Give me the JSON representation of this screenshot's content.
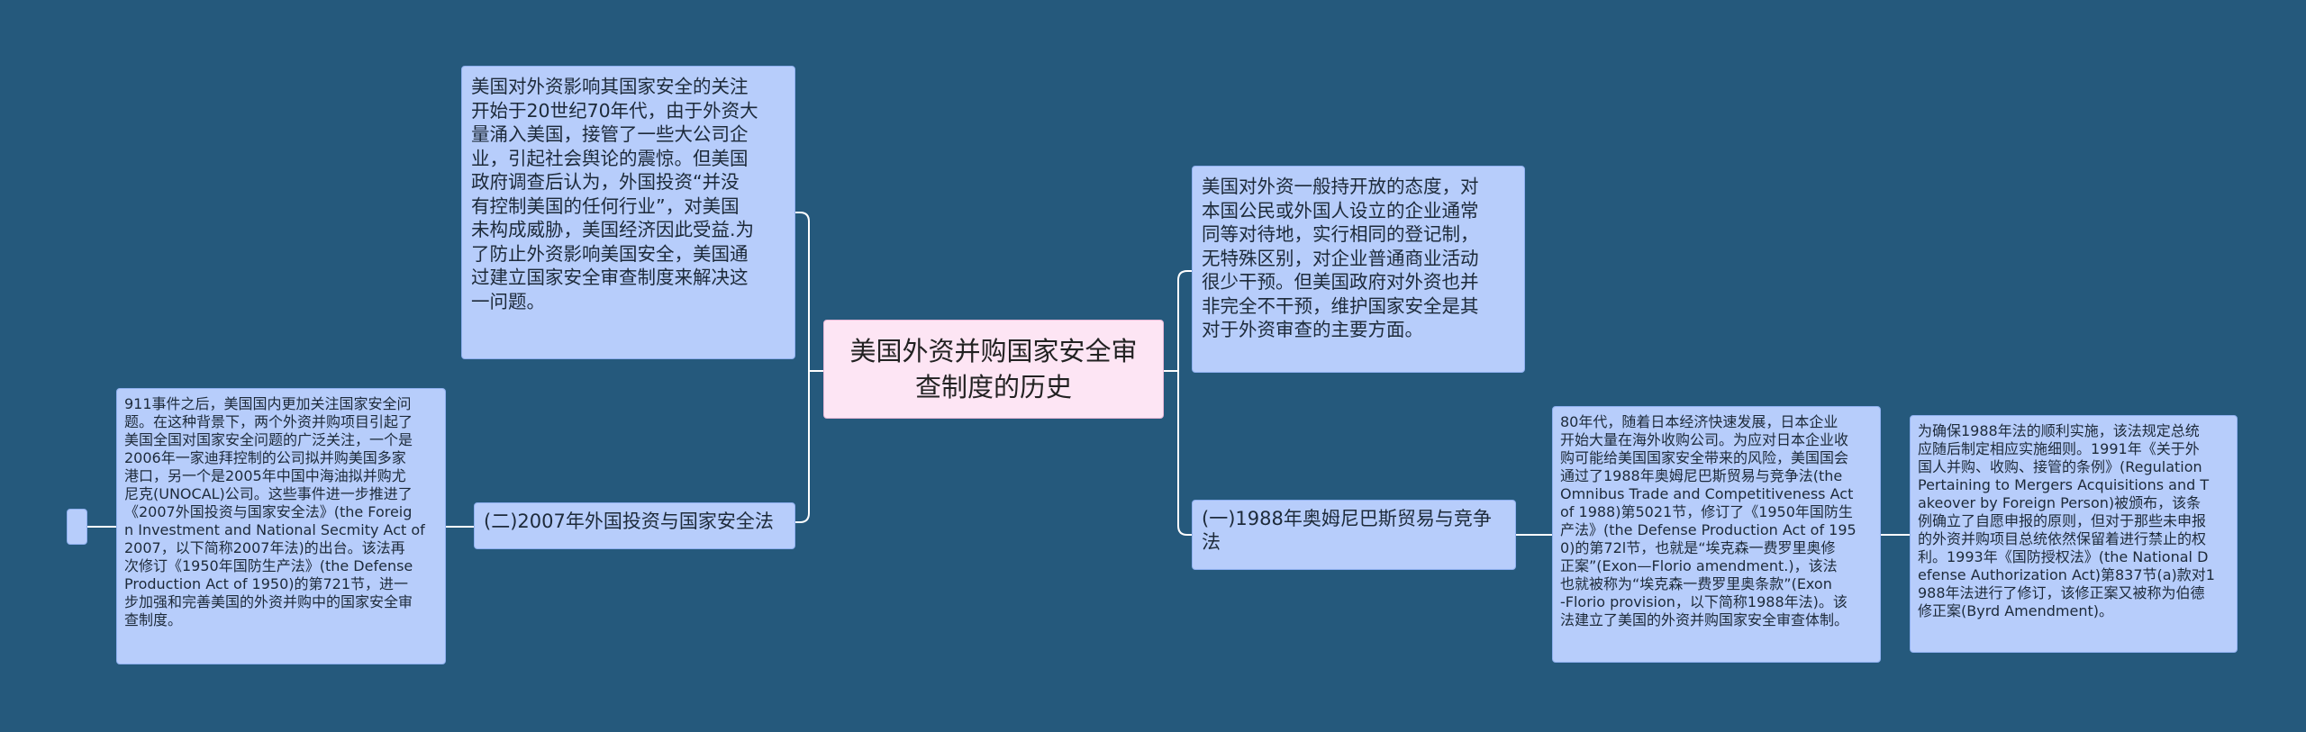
{
  "root": {
    "title": "美国外资并购国家安全审\n查制度的历史"
  },
  "left": {
    "intro": "美国对外资影响其国家安全的关注\n开始于20世纪70年代，由于外资大\n量涌入美国，接管了一些大公司企\n业，引起社会舆论的震惊。但美国\n政府调查后认为，外国投资“并没\n有控制美国的任何行业”，对美国\n未构成威胁，美国经济因此受益.为\n了防止外资影响美国安全，美国通\n过建立国家安全审查制度来解决这\n一问题。",
    "branch2_label": "(二)2007年外国投资与国家安全法",
    "branch2_detail": "911事件之后，美国国内更加关注国家安全问\n题。在这种背景下，两个外资并购项目引起了\n美国全国对国家安全问题的广泛关注，一个是\n2006年一家迪拜控制的公司拟并购美国多家\n港口，另一个是2005年中国中海油拟并购尤\n尼克(UNOCAL)公司。这些事件进一步推进了\n《2007外国投资与国家安全法》(the Foreig\nn Investment and National Secmity Act of\n 2007，以下简称2007年法)的出台。该法再\n次修订《1950年国防生产法》(the Defense\nProduction Act of 1950)的第721节，进一\n步加强和完善美国的外资并购中的国家安全审\n查制度。"
  },
  "right": {
    "intro": "美国对外资一般持开放的态度，对\n本国公民或外国人设立的企业通常\n同等对待地，实行相同的登记制，\n无特殊区别，对企业普通商业活动\n很少干预。但美国政府对外资也并\n非完全不干预，维护国家安全是其\n对于外资审查的主要方面。",
    "branch1_label": "(一)1988年奥姆尼巴斯贸易与竞争\n法",
    "branch1_detail": "80年代，随着日本经济快速发展，日本企业\n开始大量在海外收购公司。为应对日本企业收\n购可能给美国国家安全带来的风险，美国国会\n通过了1988年奥姆尼巴斯贸易与竞争法(the\nOmnibus Trade and Competitiveness Act\nof 1988)第5021节，修订了《1950年国防生\n产法》(the Defense Production Act of 195\n0)的第72l节，也就是“埃克森一费罗里奥修\n正案”(Exon—Florio amendment.)，该法\n也就被称为“埃克森一费罗里奥条款”(Exon\n-Florio provision，以下简称1988年法)。该\n法建立了美国的外资并购国家安全审查体制。",
    "branch1_sub": "为确保1988年法的顺利实施，该法规定总统\n应随后制定相应实施细则。1991年《关于外\n国人并购、收购、接管的条例》(Regulation\nPertaining to Mergers Acquisitions and T\nakeover by Foreign Person)被颁布，该条\n例确立了自愿申报的原则，但对于那些未申报\n的外资并购项目总统依然保留着进行禁止的权\n利。1993年《国防授权法》(the National D\nefense Authorization Act)第837节(a)款对1\n988年法进行了修订，该修正案又被称为伯德\n修正案(Byrd Amendment)。"
  },
  "leaf": {
    "text": ""
  }
}
